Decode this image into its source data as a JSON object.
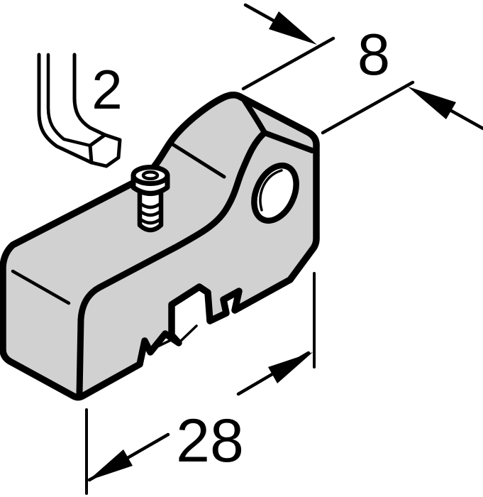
{
  "figure": {
    "type": "technical-illustration",
    "description_labels": {
      "hex_key_size": "2",
      "depth_dimension": "8",
      "length_dimension": "28"
    },
    "colors": {
      "background": "#ffffff",
      "part_fill": "#d1d1d1",
      "line": "#000000"
    }
  }
}
